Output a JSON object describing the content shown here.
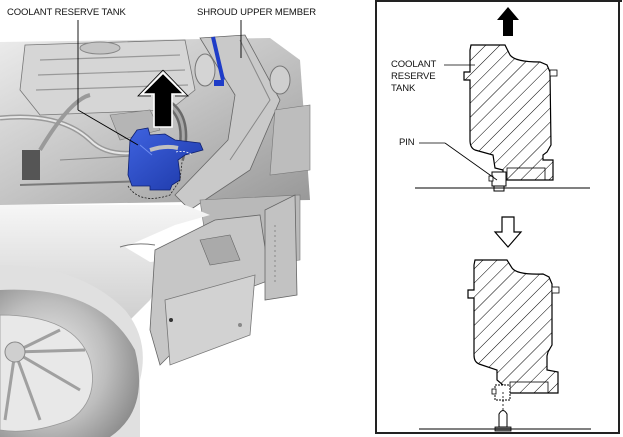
{
  "left_view": {
    "callouts": [
      {
        "id": "coolant-reserve-tank",
        "text": "COOLANT RESERVE TANK"
      },
      {
        "id": "shroud-upper-member",
        "text": "SHROUD UPPER MEMBER"
      }
    ],
    "direction_arrow": "up",
    "highlight_color": "#2d4fc4"
  },
  "detail_view": {
    "step1": {
      "callouts": [
        {
          "id": "coolant-reserve-tank",
          "text": "COOLANT\nRESERVE\nTANK",
          "lines": [
            "COOLANT",
            "RESERVE",
            "TANK"
          ]
        },
        {
          "id": "pin",
          "text": "PIN"
        }
      ],
      "direction_arrow": "up-solid"
    },
    "transition_arrow": "down-outline",
    "step2": {
      "description": "tank removed above pin"
    }
  },
  "icons": [
    "arrow-up-solid-icon",
    "arrow-down-outline-icon"
  ]
}
